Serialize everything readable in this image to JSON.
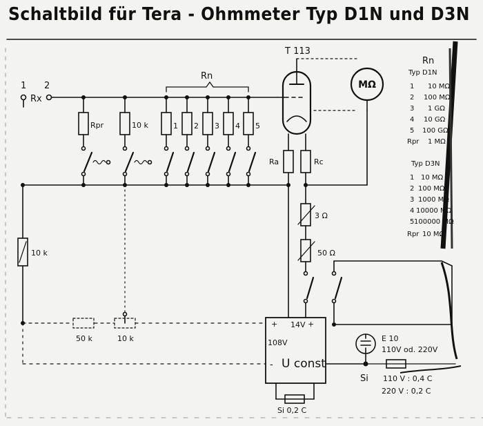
{
  "title": "Schaltbild für Tera - Ohmmeter Typ D1N und D3N",
  "terminals": {
    "t1": "1",
    "t2": "2",
    "rx": "Rx"
  },
  "tube": "T 113",
  "meter": "MΩ",
  "rn_label": "Rn",
  "rpr": "Rpr",
  "r_10k": "10 k",
  "rn_numbers": [
    "1",
    "2",
    "3",
    "4",
    "5"
  ],
  "ra": "Ra",
  "rc": "Rc",
  "pot_3": "3 Ω",
  "pot_50": "50 Ω",
  "left_10k": "10 k",
  "bottom_50k": "50 k",
  "bottom_10k": "10 k",
  "box": {
    "plus_left": "+",
    "v14": "14V",
    "plus_right": "+",
    "v108": "108V",
    "minus": "-",
    "uconst": "U const",
    "fuse": "Si 0,2 C"
  },
  "lamp": {
    "name": "E 10",
    "spec": "110V od. 220V"
  },
  "si": "Si",
  "fuse_spec": [
    "110 V : 0,4 C",
    "220 V : 0,2 C"
  ],
  "table": {
    "header": "Rn",
    "typ1": "Typ D1N",
    "rows1": [
      {
        "n": "1",
        "v": "10 MΩ"
      },
      {
        "n": "2",
        "v": "100 MΩ"
      },
      {
        "n": "3",
        "v": "1 GΩ"
      },
      {
        "n": "4",
        "v": "10 GΩ"
      },
      {
        "n": "5",
        "v": "100 GΩ"
      }
    ],
    "rpr1": {
      "n": "Rpr",
      "v": "1 MΩ"
    },
    "typ2": "Typ D3N",
    "rows2": [
      {
        "n": "1",
        "v": "10 MΩ"
      },
      {
        "n": "2",
        "v": "100 MΩ"
      },
      {
        "n": "3",
        "v": "1000 MΩ"
      },
      {
        "n": "4",
        "v": "10000 MΩ"
      },
      {
        "n": "5",
        "v": "100000 MΩ"
      }
    ],
    "rpr2": {
      "n": "Rpr",
      "v": "10 MΩ"
    }
  }
}
